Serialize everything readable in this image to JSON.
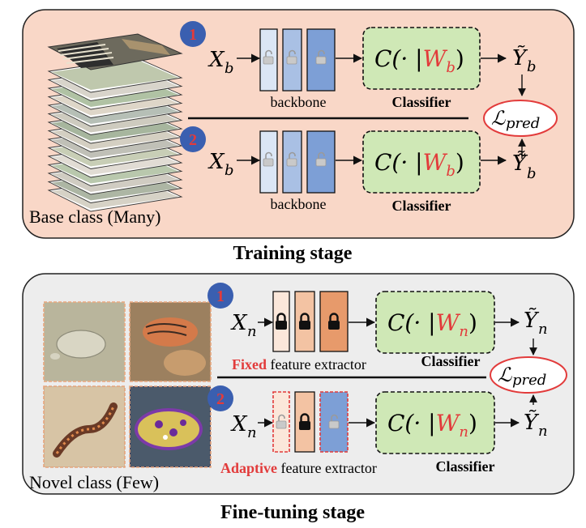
{
  "colors": {
    "training_bg": "#f9d7c7",
    "finetune_bg": "#ededed",
    "classifier_fill": "#cfe8b6",
    "step_badge": "#3a5fb0",
    "step_badge_text": "#e23b3b",
    "loss_ring": "#e23b3b",
    "wb_red": "#e23b3b",
    "backbone_light": "#dbe6f5",
    "backbone_mid": "#a9c0e4",
    "backbone_dark": "#7d9fd6",
    "frozen_light": "#fbe7da",
    "frozen_mid": "#f3c3a3",
    "frozen_dark": "#e79a6b",
    "photo_border": "#e8a57c",
    "label_red": "#e23b3b"
  },
  "training": {
    "caption": "Training stage",
    "dataset_label": "Base class (Many)",
    "row1": {
      "badge": "1",
      "input": "X",
      "input_sub": "b",
      "backbone_label": "backbone",
      "classifier_label": "Classifier",
      "classifier_text": "C(· |",
      "weight": "W",
      "weight_sub": "b",
      "weight_close": ")",
      "output": "Ỹ",
      "output_sub": "b",
      "lock_icons": [
        "lock-open-icon",
        "lock-open-icon",
        "lock-open-icon"
      ]
    },
    "row2": {
      "badge": "2",
      "input": "X",
      "input_sub": "b",
      "backbone_label": "backbone",
      "classifier_label": "Classifier",
      "classifier_text": "C(· |",
      "weight": "W",
      "weight_sub": "b",
      "weight_close": ")",
      "output": "Ỹ̃",
      "output_sub": "b",
      "lock_icons": [
        "lock-open-icon",
        "lock-open-icon",
        "lock-open-icon"
      ]
    },
    "loss": "ℒ",
    "loss_sub": "pred"
  },
  "finetune": {
    "caption": "Fine-tuning stage",
    "dataset_label": "Novel class (Few)",
    "photos": [
      "turtle-photo",
      "lizard-photo",
      "gecko-photo",
      "sea-slug-photo"
    ],
    "row1": {
      "badge": "1",
      "input": "X",
      "input_sub": "n",
      "extractor_highlight": "Fixed",
      "extractor_rest": " feature extractor",
      "classifier_label": "Classifier",
      "classifier_text": "C(· |",
      "weight": "W",
      "weight_sub": "n",
      "weight_close": ")",
      "output": "Ỹ",
      "output_sub": "n",
      "lock_icons": [
        "lock-closed-icon",
        "lock-closed-icon",
        "lock-closed-icon"
      ]
    },
    "row2": {
      "badge": "2",
      "input": "X",
      "input_sub": "n",
      "extractor_highlight": "Adaptive",
      "extractor_rest": " feature extractor",
      "classifier_label": "Classifier",
      "classifier_text": "C(· |",
      "weight": "W",
      "weight_sub": "n",
      "weight_close": ")",
      "output": "Ỹ",
      "output_sub": "n",
      "lock_icons": [
        "lock-open-icon",
        "lock-closed-icon",
        "lock-open-icon"
      ]
    },
    "loss": "ℒ",
    "loss_sub": "pred"
  }
}
